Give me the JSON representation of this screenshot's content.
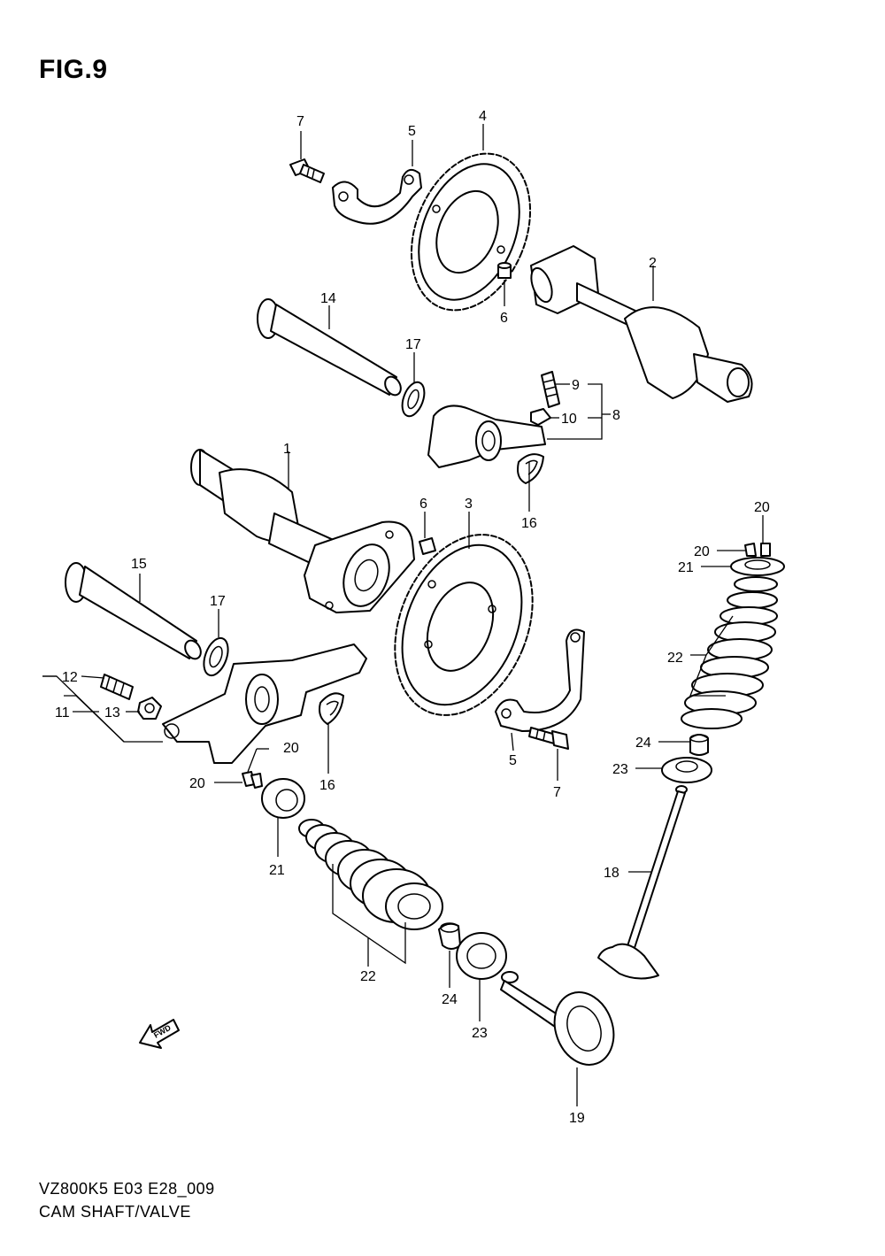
{
  "figure": {
    "title": "FIG.9"
  },
  "footer": {
    "code": "VZ800K5 E03 E28_009",
    "name": "CAM SHAFT/VALVE"
  },
  "fwd_mark": {
    "text": "FWD"
  },
  "callouts": {
    "c1": "1",
    "c2": "2",
    "c3": "3",
    "c4": "4",
    "c5a": "5",
    "c5b": "5",
    "c6a": "6",
    "c6b": "6",
    "c7a": "7",
    "c7b": "7",
    "c8": "8",
    "c9": "9",
    "c10": "10",
    "c11": "11",
    "c12": "12",
    "c13": "13",
    "c14": "14",
    "c15": "15",
    "c16a": "16",
    "c16b": "16",
    "c17a": "17",
    "c17b": "17",
    "c18": "18",
    "c19": "19",
    "c20a": "20",
    "c20b": "20",
    "c20c": "20",
    "c20d": "20",
    "c21a": "21",
    "c21b": "21",
    "c22a": "22",
    "c22b": "22",
    "c23a": "23",
    "c23b": "23",
    "c24a": "24",
    "c24b": "24"
  }
}
